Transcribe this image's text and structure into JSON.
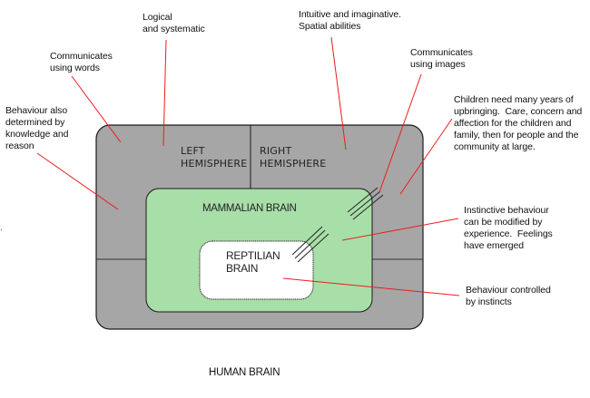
{
  "title": "HUMAN BRAIN",
  "colors": {
    "neocortex": "#a6a6a6",
    "mammalian": "#a8dea8",
    "reptilian": "#ffffff",
    "leader_line": "#ee1c1c",
    "outline": "#1a1a1a"
  },
  "regions": {
    "left_hemisphere": "LEFT\nHEMISPHERE",
    "right_hemisphere": "RIGHT\nHEMISPHERE",
    "mammalian": "MAMMALIAN BRAIN",
    "reptilian": "REPTILIAN\nBRAIN"
  },
  "annotations": {
    "logical": "Logical\nand systematic",
    "words": "Communicates\nusing words",
    "knowledge": "Behaviour also\ndetermined by\nknowledge and\nreason",
    "intuitive": "Intuitive and imaginative.\nSpatial abilities",
    "images": "Communicates\nusing images",
    "children": "Children need many years of\nupbringing.  Care, concern and\naffection for the children and\nfamily, then for people and the\ncommunity at large.",
    "instinctive": "Instinctive behaviour\ncan be modified by\nexperience.  Feelings\nhave emerged",
    "instincts": "Behaviour controlled\nby instincts"
  }
}
